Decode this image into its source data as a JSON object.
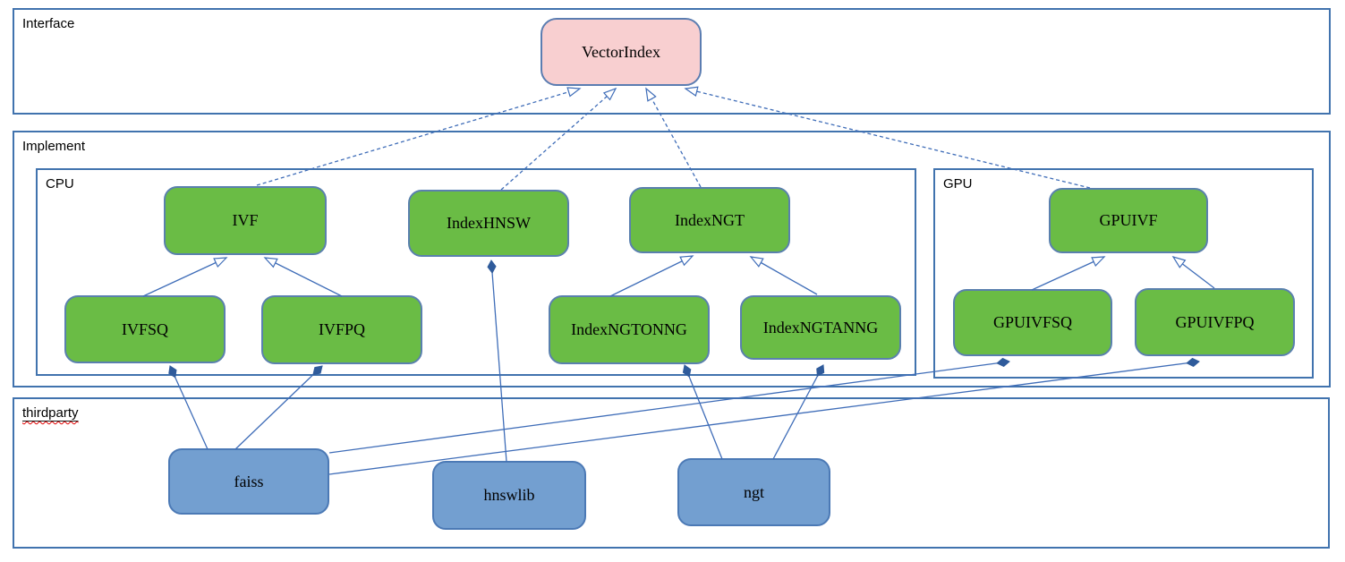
{
  "diagram": {
    "type": "uml-class-diagram",
    "containers": {
      "interface": {
        "label": "Interface"
      },
      "implement": {
        "label": "Implement"
      },
      "cpu": {
        "label": "CPU"
      },
      "gpu": {
        "label": "GPU"
      },
      "thirdparty": {
        "label": "thirdparty"
      }
    },
    "nodes": {
      "vectorindex": {
        "label": "VectorIndex",
        "container": "interface",
        "kind": "interface"
      },
      "ivf": {
        "label": "IVF",
        "container": "cpu",
        "kind": "class"
      },
      "indexhnsw": {
        "label": "IndexHNSW",
        "container": "cpu",
        "kind": "class"
      },
      "indexngt": {
        "label": "IndexNGT",
        "container": "cpu",
        "kind": "class"
      },
      "ivfsq": {
        "label": "IVFSQ",
        "container": "cpu",
        "kind": "class"
      },
      "ivfpq": {
        "label": "IVFPQ",
        "container": "cpu",
        "kind": "class"
      },
      "indexngtonng": {
        "label": "IndexNGTONNG",
        "container": "cpu",
        "kind": "class"
      },
      "indexngtanng": {
        "label": "IndexNGTANNG",
        "container": "cpu",
        "kind": "class"
      },
      "gpuivf": {
        "label": "GPUIVF",
        "container": "gpu",
        "kind": "class"
      },
      "gpuivfsq": {
        "label": "GPUIVFSQ",
        "container": "gpu",
        "kind": "class"
      },
      "gpuivfpq": {
        "label": "GPUIVFPQ",
        "container": "gpu",
        "kind": "class"
      },
      "faiss": {
        "label": "faiss",
        "container": "thirdparty",
        "kind": "library"
      },
      "hnswlib": {
        "label": "hnswlib",
        "container": "thirdparty",
        "kind": "library"
      },
      "ngt": {
        "label": "ngt",
        "container": "thirdparty",
        "kind": "library"
      }
    },
    "edges": [
      {
        "from": "ivf",
        "to": "vectorindex",
        "relation": "realization",
        "line": "dashed",
        "end": "hollow-triangle"
      },
      {
        "from": "indexhnsw",
        "to": "vectorindex",
        "relation": "realization",
        "line": "dashed",
        "end": "hollow-triangle"
      },
      {
        "from": "indexngt",
        "to": "vectorindex",
        "relation": "realization",
        "line": "dashed",
        "end": "hollow-triangle"
      },
      {
        "from": "gpuivf",
        "to": "vectorindex",
        "relation": "realization",
        "line": "dashed",
        "end": "hollow-triangle"
      },
      {
        "from": "ivfsq",
        "to": "ivf",
        "relation": "generalization",
        "line": "solid",
        "end": "hollow-triangle"
      },
      {
        "from": "ivfpq",
        "to": "ivf",
        "relation": "generalization",
        "line": "solid",
        "end": "hollow-triangle"
      },
      {
        "from": "indexngtonng",
        "to": "indexngt",
        "relation": "generalization",
        "line": "solid",
        "end": "hollow-triangle"
      },
      {
        "from": "indexngtanng",
        "to": "indexngt",
        "relation": "generalization",
        "line": "solid",
        "end": "hollow-triangle"
      },
      {
        "from": "gpuivfsq",
        "to": "gpuivf",
        "relation": "generalization",
        "line": "solid",
        "end": "hollow-triangle"
      },
      {
        "from": "gpuivfpq",
        "to": "gpuivf",
        "relation": "generalization",
        "line": "solid",
        "end": "hollow-triangle"
      },
      {
        "from": "faiss",
        "to": "ivfsq",
        "relation": "composition",
        "line": "solid",
        "end": "filled-diamond"
      },
      {
        "from": "faiss",
        "to": "ivfpq",
        "relation": "composition",
        "line": "solid",
        "end": "filled-diamond"
      },
      {
        "from": "hnswlib",
        "to": "indexhnsw",
        "relation": "composition",
        "line": "solid",
        "end": "filled-diamond"
      },
      {
        "from": "ngt",
        "to": "indexngtonng",
        "relation": "composition",
        "line": "solid",
        "end": "filled-diamond"
      },
      {
        "from": "ngt",
        "to": "indexngtanng",
        "relation": "composition",
        "line": "solid",
        "end": "filled-diamond"
      },
      {
        "from": "faiss",
        "to": "gpuivfsq",
        "relation": "composition",
        "line": "solid",
        "end": "filled-diamond"
      },
      {
        "from": "faiss",
        "to": "gpuivfpq",
        "relation": "composition",
        "line": "solid",
        "end": "filled-diamond"
      }
    ],
    "colors": {
      "interface_node_fill": "#f8cfd0",
      "interface_node_border": "#5b7db1",
      "class_node_fill": "#6abc45",
      "class_node_border": "#5a80ae",
      "library_node_fill": "#739fd0",
      "library_node_border": "#4b79b5",
      "container_border": "#4173ae",
      "edge_stroke": "#3f6db8",
      "diamond_fill": "#2f5b9b",
      "spellcheck_underline": "#e00000",
      "text": "#000000"
    }
  }
}
